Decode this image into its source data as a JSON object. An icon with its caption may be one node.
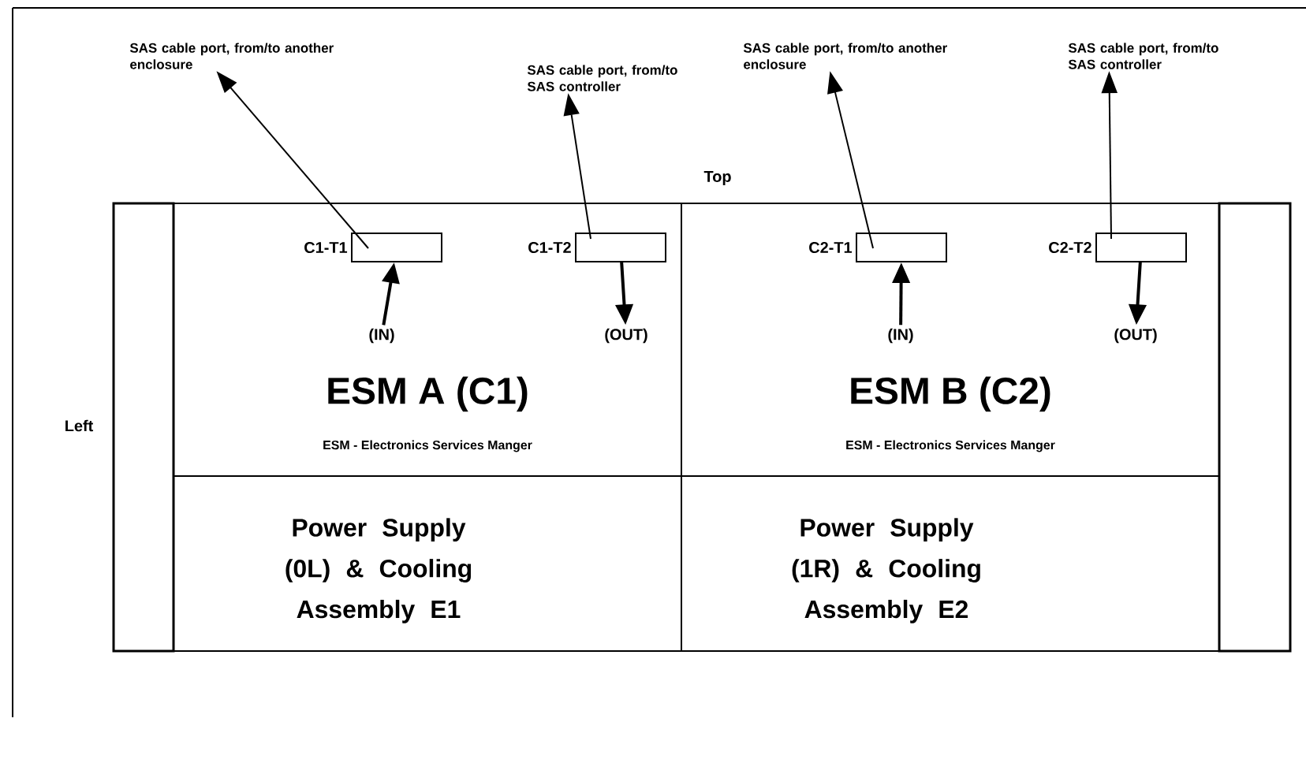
{
  "diagram": {
    "nodes": [
      {
        "text": [
          "SAS cable port, from/to another enclosure"
        ]
      },
      {
        "text": [
          "SAS cable port, from/to SAS controller"
        ]
      },
      {
        "text": [
          "SAS cable port, from/to another enclosure"
        ]
      },
      {
        "text": [
          "SAS cable port, from/to SAS controller"
        ]
      },
      {
        "text": [
          "ESM A (C1)",
          "ESM - Electronics Services Manger"
        ]
      },
      {
        "text": [
          "C1-T1"
        ],
        "in": 4
      },
      {
        "text": [
          "(IN)"
        ],
        "in": 4
      },
      {
        "text": [
          "C1-T2"
        ],
        "in": 4
      },
      {
        "text": [
          "(OUT)"
        ],
        "in": 4
      },
      {
        "text": [
          "ESM B (C2)",
          "ESM - Electronics Services Manger"
        ]
      },
      {
        "text": [
          "C2-T1"
        ],
        "in": 9
      },
      {
        "text": [
          "(IN)"
        ],
        "in": 9
      },
      {
        "text": [
          "C2-T2"
        ],
        "in": 9
      },
      {
        "text": [
          "(OUT)"
        ],
        "in": 9
      },
      {
        "text": [
          "Power Supply (0L) & Cooling Assembly E1"
        ]
      },
      {
        "text": [
          "Power Supply (1R) & Cooling Assembly E2"
        ]
      },
      {
        "text": [],
        "shape": "bar"
      },
      {
        "text": [],
        "shape": "bar"
      }
    ],
    "edges": [
      {
        "from": 5,
        "to": 0,
        "arrow": "to"
      },
      {
        "from": 7,
        "to": 1,
        "arrow": "to"
      },
      {
        "from": 10,
        "to": 2,
        "arrow": "to"
      },
      {
        "from": 12,
        "to": 3,
        "arrow": "to"
      },
      {
        "from": 6,
        "to": 5,
        "arrow": "to"
      },
      {
        "from": 7,
        "to": 8,
        "arrow": "to"
      },
      {
        "from": 11,
        "to": 10,
        "arrow": "to"
      },
      {
        "from": 12,
        "to": 13,
        "arrow": "to"
      }
    ],
    "labels": [
      "Top",
      "Left"
    ]
  }
}
